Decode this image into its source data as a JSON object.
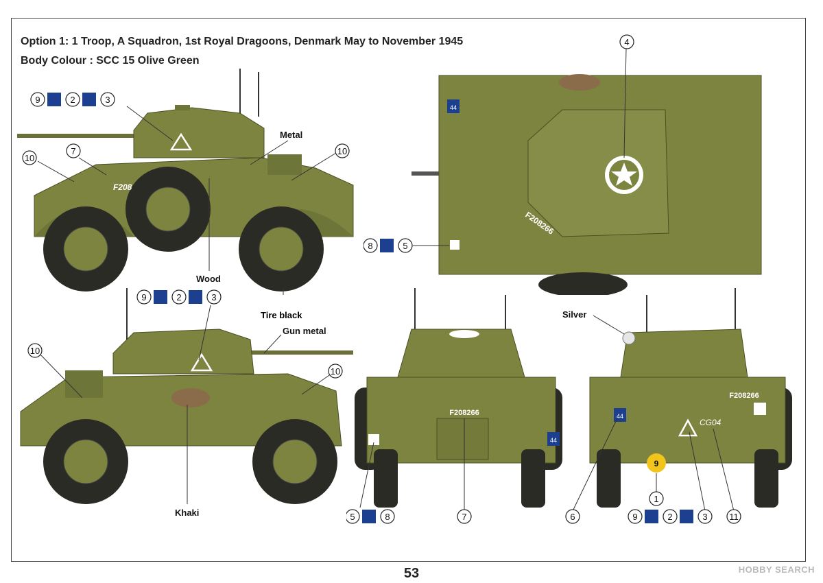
{
  "header": {
    "line1": "Option 1: 1 Troop, A Squadron, 1st Royal Dragoons, Denmark May to November 1945",
    "line2": "Body Colour : SCC 15 Olive Green"
  },
  "labels": {
    "metal": "Metal",
    "wood": "Wood",
    "tire_black": "Tire black",
    "gun_metal": "Gun metal",
    "khaki": "Khaki",
    "silver": "Silver"
  },
  "markings": {
    "reg_side": "F208",
    "reg_top": "F208266",
    "reg_front": "F208266",
    "reg_rear": "F208266",
    "unit_44": "44",
    "cg04": "CG04",
    "bridge_9": "9"
  },
  "callouts": {
    "c1": "1",
    "c2": "2",
    "c3": "3",
    "c4": "4",
    "c5": "5",
    "c6": "6",
    "c7": "7",
    "c8": "8",
    "c9": "9",
    "c10": "10",
    "c11": "11"
  },
  "colors": {
    "olive": "#7d8440",
    "olive_dark": "#5f652c",
    "tire": "#2b2b25",
    "callout_square": "#1d3f8f",
    "bridge_disc": "#f2c51c"
  },
  "page": {
    "number": "53"
  },
  "watermark": {
    "brand": "HOBBY SEARCH"
  }
}
